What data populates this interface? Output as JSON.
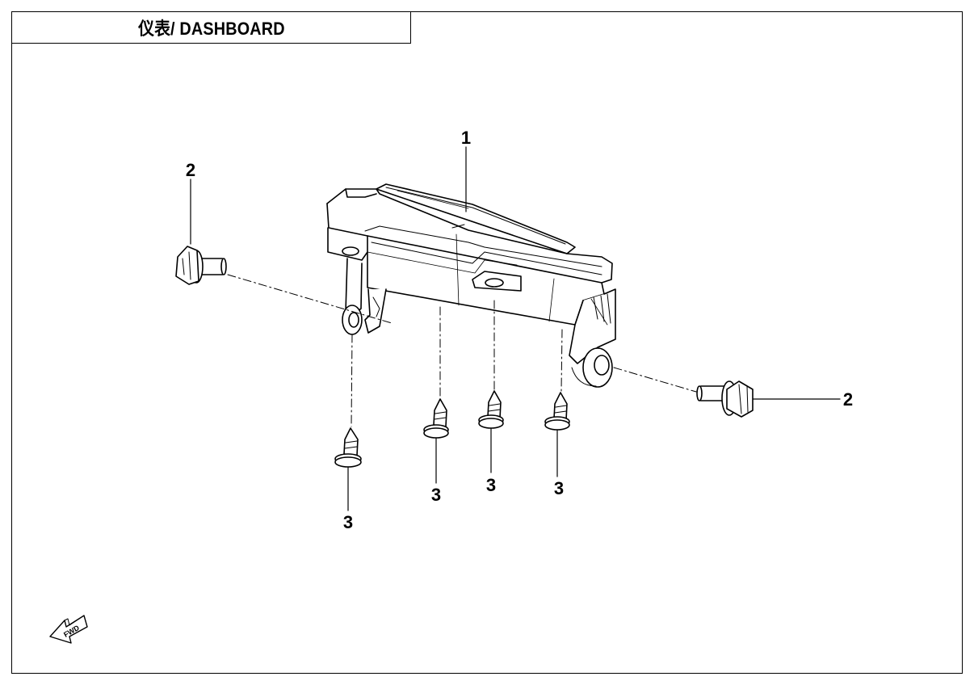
{
  "title": "仪表/ DASHBOARD",
  "callouts": {
    "part_1": "1",
    "part_2_left": "2",
    "part_2_right": "2",
    "part_3_a": "3",
    "part_3_b": "3",
    "part_3_c": "3",
    "part_3_d": "3"
  },
  "fwd_label": "FWD",
  "colors": {
    "line": "#000000",
    "background": "#ffffff"
  }
}
